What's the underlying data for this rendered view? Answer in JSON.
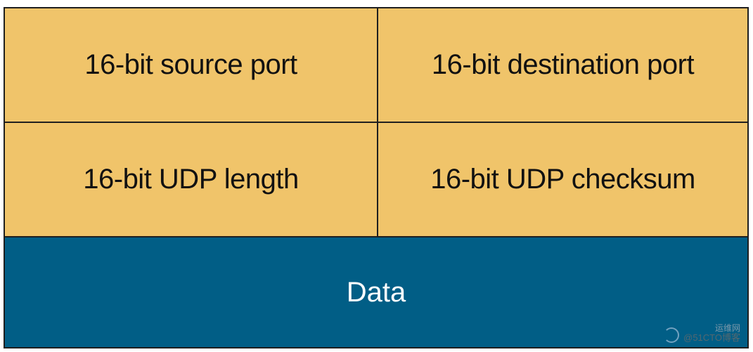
{
  "header_row": {
    "source_port": "16-bit source port",
    "destination_port": "16-bit destination port"
  },
  "length_row": {
    "udp_length": "16-bit UDP length",
    "udp_checksum": "16-bit UDP checksum"
  },
  "data_field": "Data",
  "watermark": {
    "line1": "运维网",
    "line2": "@51CTO博客"
  },
  "colors": {
    "header_fill": "#f0c46a",
    "data_fill": "#015e86",
    "border": "#1f1f1f"
  }
}
